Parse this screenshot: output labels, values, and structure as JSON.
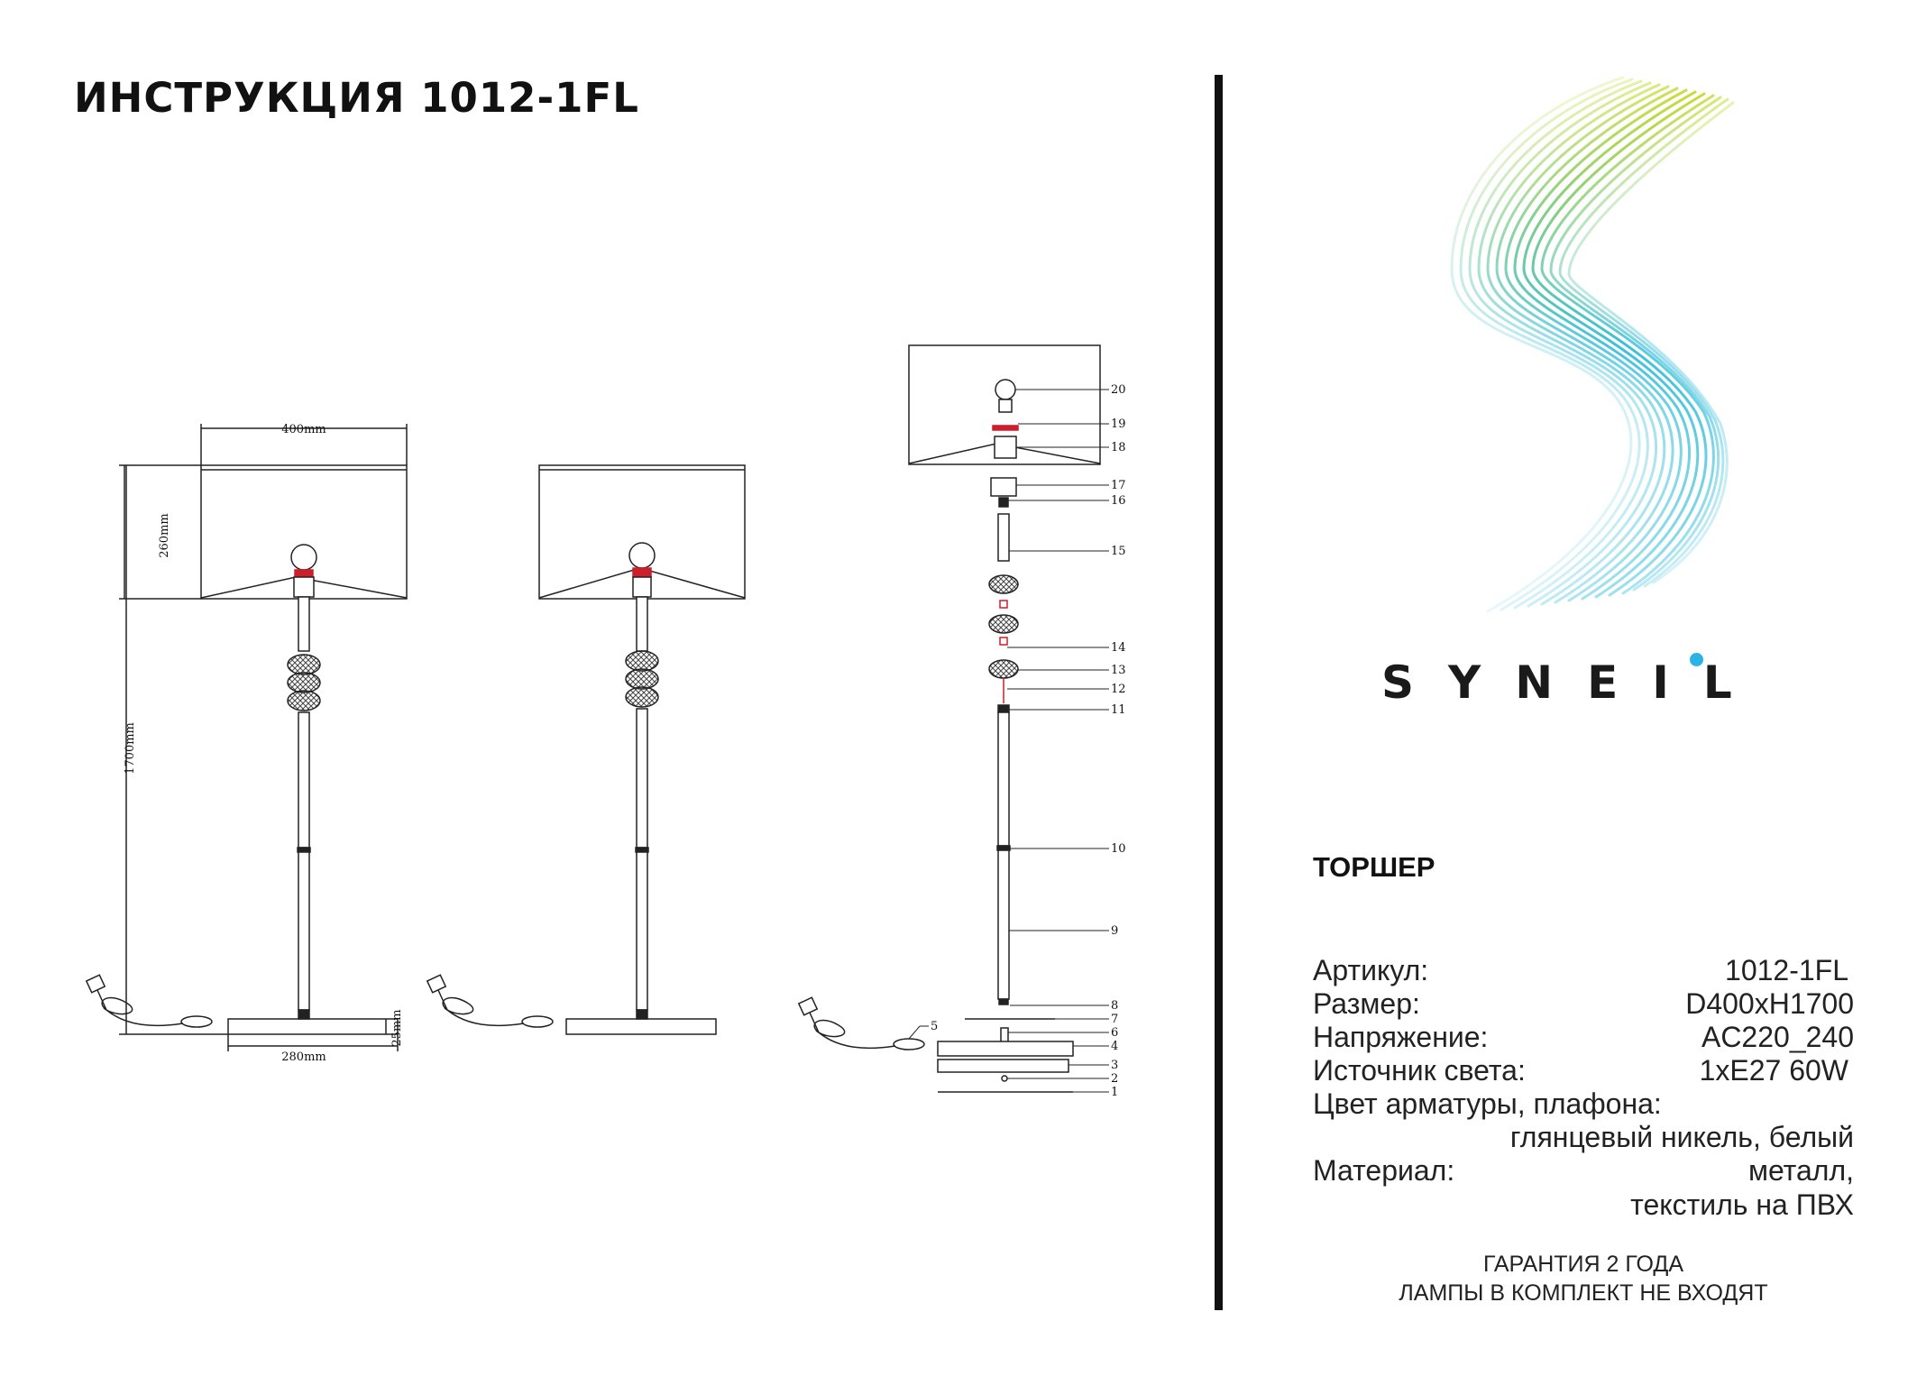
{
  "header": {
    "title": "ИНСТРУКЦИЯ 1012-1FL"
  },
  "brand": {
    "name": "SYNEIL"
  },
  "colors": {
    "accent": "#2bb3e6",
    "pin_red": "#cc1f2a",
    "gradient_start": "#d8e033",
    "gradient_end": "#31b4e0"
  },
  "drawing": {
    "dimensions": {
      "width": "400mm",
      "shade_height": "260mm",
      "total_height": "1700mm",
      "base_width": "280mm",
      "base_height": "25mm"
    },
    "parts": [
      "1",
      "2",
      "3",
      "4",
      "5",
      "6",
      "7",
      "8",
      "9",
      "10",
      "11",
      "12",
      "13",
      "14",
      "15",
      "16",
      "17",
      "18",
      "19",
      "20"
    ]
  },
  "product": {
    "type": "ТОРШЕР",
    "specs": [
      {
        "label": "Артикул:",
        "value": "1012-1FL"
      },
      {
        "label": "Размер:",
        "value": "D400xH1700"
      },
      {
        "label": "Напряжение:",
        "value": "AC220_240"
      },
      {
        "label": "Источник света:",
        "value": "1xE27 60W"
      }
    ],
    "color_label": "Цвет арматуры, плафона:",
    "color_value": "глянцевый никель, белый",
    "material_label": "Материал:",
    "material_value_1": "металл,",
    "material_value_2": "текстиль на ПВХ"
  },
  "footer": {
    "line1": "ГАРАНТИЯ 2 ГОДА",
    "line2": "ЛАМПЫ В КОМПЛЕКТ НЕ ВХОДЯТ"
  }
}
